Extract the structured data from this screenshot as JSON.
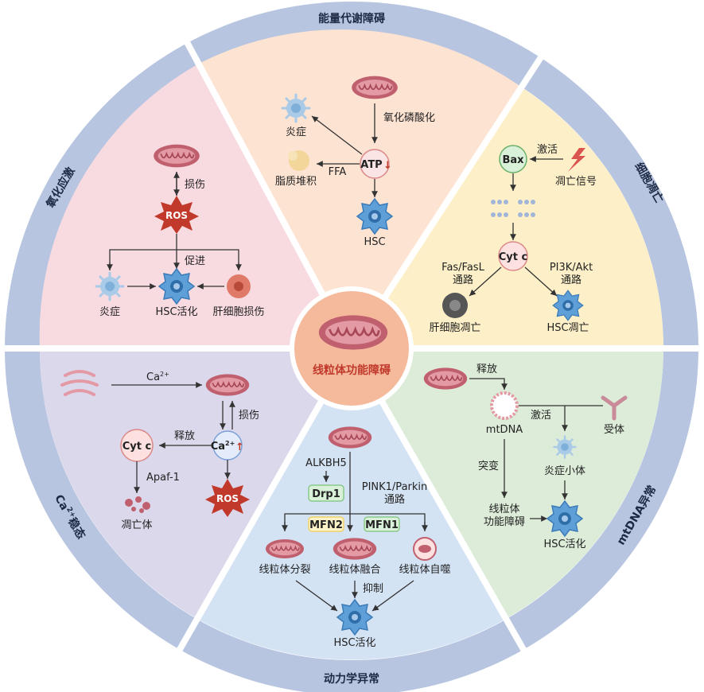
{
  "center": {
    "title": "线粒体功能障碍"
  },
  "ring": {
    "top": "能量代谢障碍",
    "upper_right": "细胞凋亡",
    "lower_right": "mtDNA异常",
    "bottom": "动力学异常",
    "left_lower_main": "Ca",
    "left_lower_sup": "2+",
    "left_lower_rest": "稳态",
    "upper_left": "氧化应激"
  },
  "energy": {
    "oxphos": "氧化磷酸化",
    "inflammation": "炎症",
    "atp": "ATP",
    "ffa": "FFA",
    "fat": "脂质堆积",
    "hsc": "HSC"
  },
  "apoptosis": {
    "bax": "Bax",
    "activate": "激活",
    "signal": "凋亡信号",
    "cytc": "Cyt c",
    "fas_line1": "Fas/FasL",
    "fas_line2": "通路",
    "pi3k_line1": "PI3K/Akt",
    "pi3k_line2": "通路",
    "hep_apop": "肝细胞凋亡",
    "hsc_apop": "HSC凋亡"
  },
  "oxidative": {
    "damage": "损伤",
    "ros": "ROS",
    "promote": "促进",
    "inflammation": "炎症",
    "hsc_act": "HSC活化",
    "hep_damage": "肝细胞损伤"
  },
  "mtdna": {
    "release": "释放",
    "mtdna": "mtDNA",
    "activate": "激活",
    "receptor": "受体",
    "mutation": "突变",
    "inflammasome": "炎症小体",
    "dysfunc_line1": "线粒体",
    "dysfunc_line2": "功能障碍",
    "hsc_act": "HSC活化"
  },
  "calcium": {
    "ca_main": "Ca",
    "ca_sup": "2+",
    "damage": "损伤",
    "release": "释放",
    "cytc": "Cyt c",
    "ca_node": "Ca",
    "ca_node_sup": "2+",
    "apaf": "Apaf-1",
    "apoptosome": "凋亡体",
    "ros": "ROS"
  },
  "dynamics": {
    "alkbh5": "ALKBH5",
    "drp1": "Drp1",
    "pink_line1": "PINK1/Parkin",
    "pink_line2": "通路",
    "mfn2": "MFN2",
    "mfn1": "MFN1",
    "fission": "线粒体分裂",
    "fusion": "线粒体融合",
    "autophagy": "线粒体自噬",
    "inhibit": "抑制",
    "hsc_act": "HSC活化"
  },
  "colors": {
    "ring": "#b7c5e0",
    "energy_bg": "#fde3d2",
    "apoptosis_bg": "#fdf0c8",
    "mtdna_bg": "#dcecd8",
    "dynamics_bg": "#d4e3f4",
    "calcium_bg": "#dcd8ec",
    "oxidative_bg": "#f8dbe0",
    "center_bg": "#f5b99c",
    "mito": "#c0606e",
    "hsc": "#5f9fd8",
    "ros": "#c0392b",
    "green_box": "#8bc98b",
    "yellow_box": "#f2d36b"
  }
}
